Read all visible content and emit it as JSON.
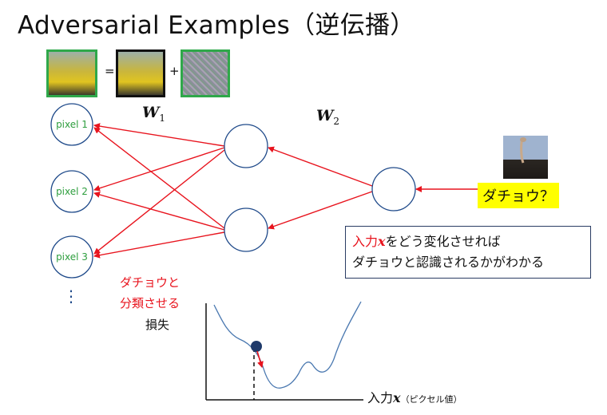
{
  "title": "Adversarial Examples（逆伝播）",
  "equation": {
    "equals": "=",
    "plus": "+"
  },
  "weights": {
    "w1": "W",
    "w1_sub": "1",
    "w2": "W",
    "w2_sub": "2"
  },
  "inputs": [
    "pixel 1",
    "pixel 2",
    "pixel 3"
  ],
  "ellipsis": "⋮",
  "question_label": "ダチョウ？",
  "info_box": {
    "part_red": "入力",
    "var": "x",
    "line1_rest": "をどう変化させれば",
    "line2": "ダチョウと認識されるかがわかる"
  },
  "loss_axis": {
    "line1": "ダチョウと",
    "line2": "分類させる",
    "line3": "損失"
  },
  "x_axis": {
    "label": "入力",
    "var": "x",
    "note": "（ピクセル値）"
  },
  "colors": {
    "arrow": "#e8141e",
    "node": "#1f4a8a",
    "pixel_text": "#2e9e3e",
    "highlight": "#ffff00",
    "curve": "#4a78b0"
  }
}
